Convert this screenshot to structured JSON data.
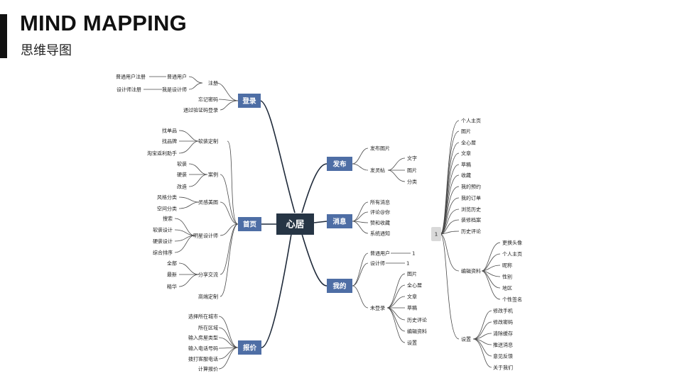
{
  "header": {
    "title": "MIND MAPPING",
    "subtitle": "思维导图"
  },
  "colors": {
    "center": "#263545",
    "branch": "#4e6ea5",
    "marker": "#d9d9d9",
    "line": "#4a4a4a"
  },
  "center": {
    "label": "心居"
  },
  "branches": {
    "login": {
      "label": "登录",
      "register": {
        "label": "注册",
        "normal_user": {
          "label": "普通用户",
          "child": "普通用户注册"
        },
        "designer": {
          "label": "我是设计师",
          "child": "设计师注册"
        }
      },
      "forgot": "忘记密码",
      "code_login": "通过验证码登录"
    },
    "home": {
      "label": "首页",
      "soft_custom": {
        "label": "软装定制",
        "children": [
          "找单品",
          "找品牌",
          "淘宝返利助手"
        ]
      },
      "cases": {
        "label": "案例",
        "children": [
          "软装",
          "硬装",
          "改造"
        ]
      },
      "inspiration": {
        "label": "灵感美图",
        "children": [
          "风格分类",
          "空间分类"
        ]
      },
      "star_designer": {
        "label": "明星设计师",
        "children": [
          "搜索",
          "软装设计",
          "硬装设计",
          "综合排序"
        ]
      },
      "share": {
        "label": "分享交流",
        "children": [
          "全部",
          "最新",
          "精华"
        ]
      },
      "high_end": "高端定制"
    },
    "quote": {
      "label": "报价",
      "children": [
        "选择所在城市",
        "所在区域",
        "输入房屋类型",
        "输入电话号码",
        "拨打客服电话",
        "计算报价"
      ]
    },
    "publish": {
      "label": "发布",
      "post_image": "发布图片",
      "post_note": {
        "label": "发灵帖",
        "children": [
          "文字",
          "图片",
          "分类"
        ]
      }
    },
    "messages": {
      "label": "消息",
      "children": [
        "所有消息",
        "评论@你",
        "赞和收藏",
        "系统通知"
      ]
    },
    "mine": {
      "label": "我的",
      "normal_user": {
        "label": "普通用户",
        "marker": "1"
      },
      "designer": {
        "label": "设计师",
        "marker": "1"
      },
      "not_logged_in": {
        "label": "未登录",
        "children": [
          "图片",
          "全心居",
          "文章",
          "草稿",
          "历史评论",
          "编辑资料",
          "设置"
        ]
      }
    },
    "profile": {
      "marker": "1",
      "children": [
        "个人主页",
        "图片",
        "全心居",
        "文章",
        "草稿",
        "收藏",
        "我的预约",
        "我的订单",
        "浏览历史",
        "装修档案",
        "历史评论"
      ],
      "edit_profile": {
        "label": "编辑资料",
        "children": [
          "更换头像",
          "个人主页",
          "昵称",
          "性别",
          "地区",
          "个性签名"
        ]
      },
      "settings": {
        "label": "设置",
        "children": [
          "修改手机",
          "修改密码",
          "清除缓存",
          "推送消息",
          "意见反馈",
          "关于我们"
        ]
      }
    }
  }
}
